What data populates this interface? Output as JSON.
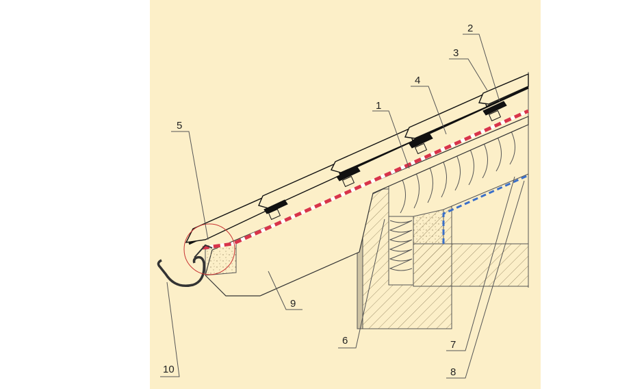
{
  "diagram": {
    "labels": [
      {
        "id": "1",
        "text": "1"
      },
      {
        "id": "2",
        "text": "2"
      },
      {
        "id": "3",
        "text": "3"
      },
      {
        "id": "4",
        "text": "4"
      },
      {
        "id": "5",
        "text": "5"
      },
      {
        "id": "6",
        "text": "6"
      },
      {
        "id": "7",
        "text": "7"
      },
      {
        "id": "8",
        "text": "8"
      },
      {
        "id": "9",
        "text": "9"
      },
      {
        "id": "10",
        "text": "10"
      }
    ],
    "colors": {
      "panel": "#fcefc8",
      "tile": "#fcefc8",
      "tile_outline": "#111111",
      "membrane_red": "#d8344a",
      "vapor_blue": "#3a6fc9",
      "line": "#333333",
      "highlight_circle": "#c83232"
    }
  }
}
